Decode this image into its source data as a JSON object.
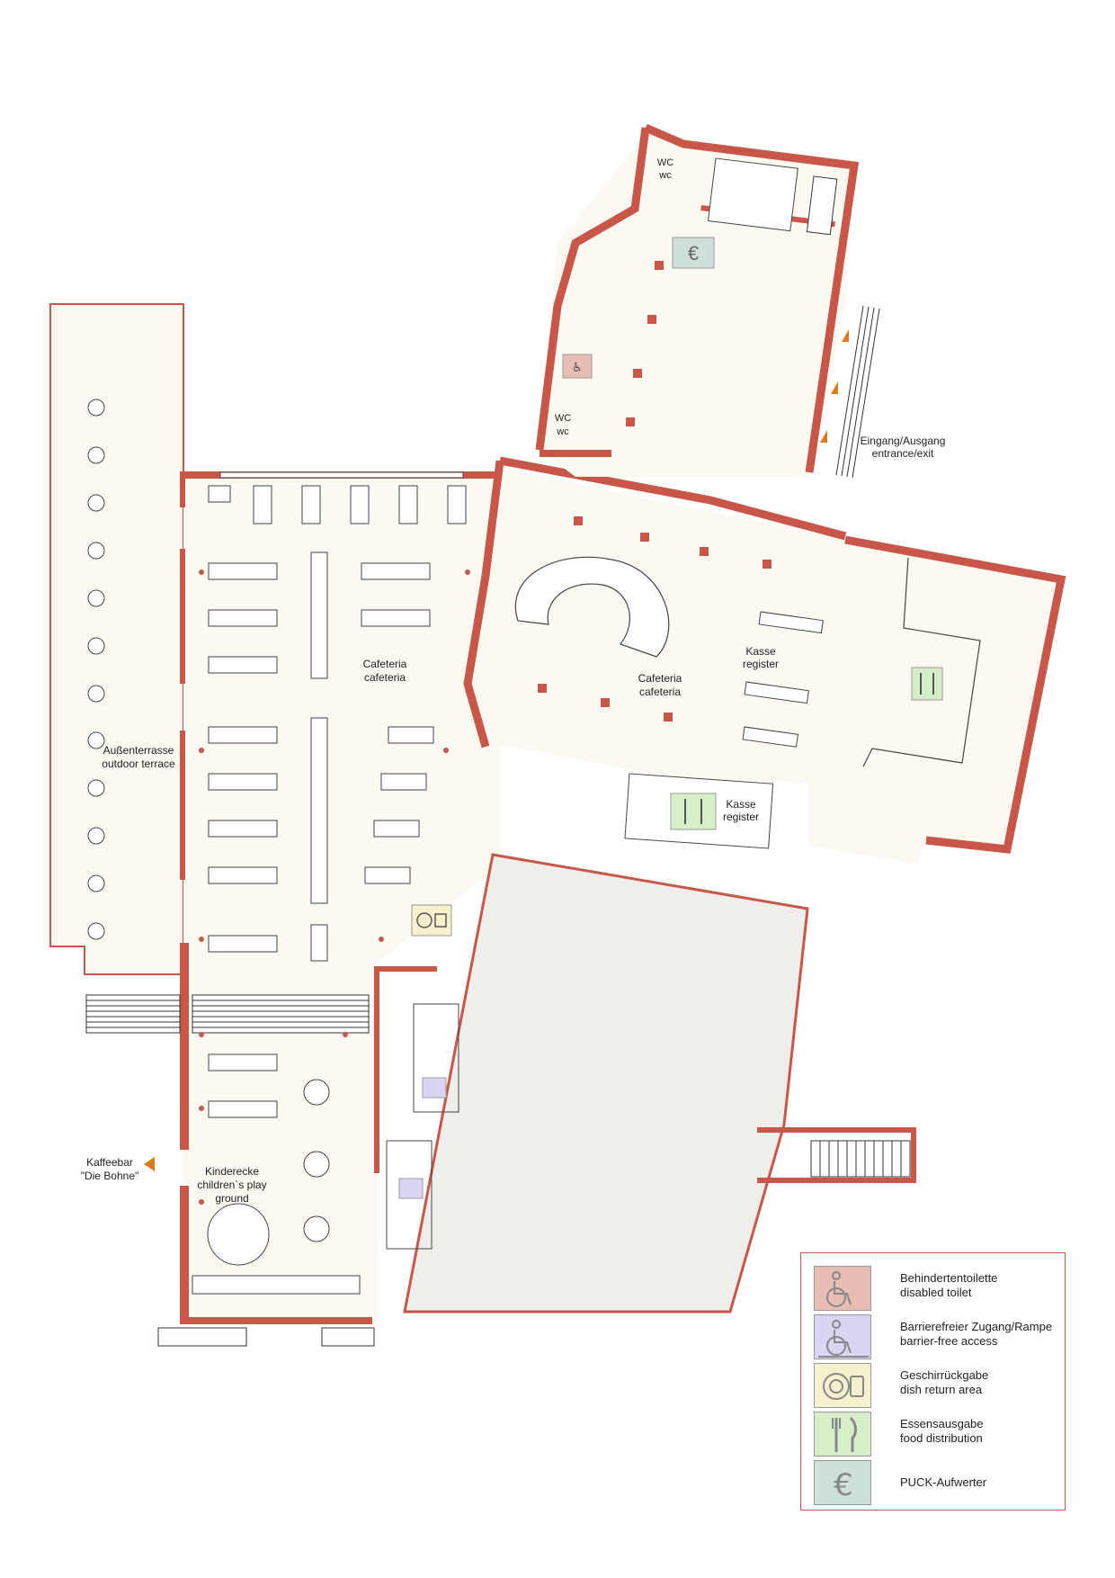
{
  "map": {
    "labels": {
      "wc_top": [
        "WC",
        "wc"
      ],
      "wc_mid": [
        "WC",
        "wc"
      ],
      "entrance": [
        "Eingang/Ausgang",
        "entrance/exit"
      ],
      "cafeteria_left": [
        "Cafeteria",
        "cafeteria"
      ],
      "cafeteria_center": [
        "Cafeteria",
        "cafeteria"
      ],
      "kasse_upper": [
        "Kasse",
        "register"
      ],
      "kasse_lower": [
        "Kasse",
        "register"
      ],
      "terrace": [
        "Außenterrasse",
        "outdoor terrace"
      ],
      "kaffeebar": [
        "Kaffeebar",
        "\"Die Bohne\""
      ],
      "kinderecke": [
        "Kinderecke",
        "children`s play",
        "ground"
      ]
    }
  },
  "legend": {
    "items": [
      {
        "line1": "Behindertentoilette",
        "line2": "disabled toilet",
        "icon": "wheelchair-toilet-icon",
        "color": "#e8bdb4"
      },
      {
        "line1": "Barrierefreier Zugang/Rampe",
        "line2": "barrier-free access",
        "icon": "wheelchair-ramp-icon",
        "color": "#d8d6f2"
      },
      {
        "line1": "Geschirrückgabe",
        "line2": "dish return area",
        "icon": "plate-cup-icon",
        "color": "#f4f1cc"
      },
      {
        "line1": "Essensausgabe",
        "line2": "food distribution",
        "icon": "fork-knife-icon",
        "color": "#d6efc9"
      },
      {
        "line1": "PUCK-Aufwerter",
        "line2": "",
        "icon": "euro-icon",
        "color": "#cfe0dc"
      }
    ]
  },
  "colors": {
    "wall": "#c8574a",
    "floor": "#fbf9f1",
    "hall": "#f0eeea",
    "line": "#444444"
  }
}
